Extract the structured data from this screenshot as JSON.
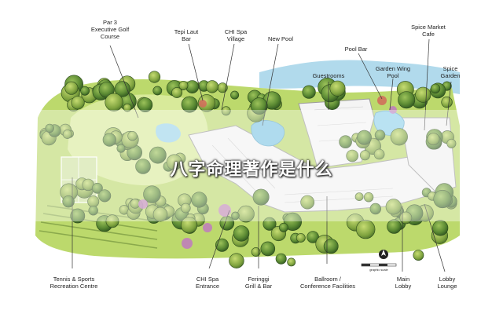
{
  "map": {
    "labels": {
      "par3": "Par 3\nExecutive Golf\nCourse",
      "tepi_laut": "Tepi Laut\nBar",
      "chi_spa_village": "CHI Spa\nVillage",
      "new_pool": "New Pool",
      "pool_bar": "Pool Bar",
      "guestrooms": "Guestrooms",
      "garden_wing_pool": "Garden Wing\nPool",
      "spice_market_cafe": "Spice Market\nCafe",
      "spice_garden": "Spice\nGarden",
      "tennis": "Tennis & Sports\nRecreation Centre",
      "chi_spa_entrance": "CHI Spa\nEntrance",
      "feringgi": "Feringgi\nGrill & Bar",
      "ballroom": "Ballroom /\nConference Facilities",
      "main_lobby": "Main\nLobby",
      "lobby_lounge": "Lobby\nLounge"
    },
    "scale_text": "graphic scale"
  },
  "overlay": {
    "title": "八字命理著作是什么"
  },
  "colors": {
    "grass": "#b9d96a",
    "lawn_light": "#d9ea9a",
    "tree_dark": "#3f6b2a",
    "tree_mid": "#6f9a3a",
    "water": "#7fc6e4",
    "building": "#eeeeee",
    "flower": "#c07ac0",
    "label_text": "#222222",
    "leader_line": "#333333"
  },
  "icons": [
    "north-arrow-icon"
  ]
}
